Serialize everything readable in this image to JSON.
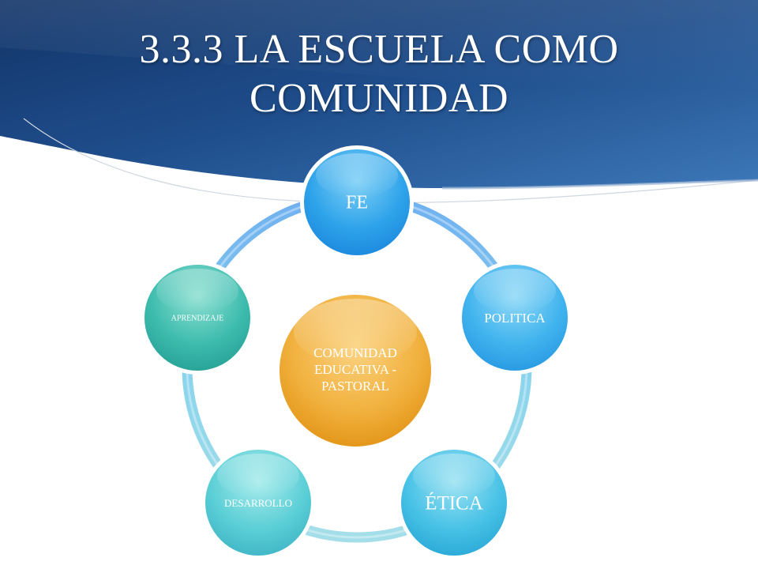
{
  "slide": {
    "title_line1": "3.3.3 LA ESCUELA COMO",
    "title_line2": "COMUNIDAD"
  },
  "diagram": {
    "center": {
      "line1": "COMUNIDAD",
      "line2": "EDUCATIVA -",
      "line3": "PASTORAL"
    },
    "nodes": {
      "fe": "FE",
      "politica": "POLITICA",
      "etica": "ÉTICA",
      "desarrollo": "DESARROLLO",
      "aprendizaje": "APRENDIZAJE"
    }
  },
  "colors": {
    "banner_dark": "#173f78",
    "banner_light": "#3a73b4",
    "center_top": "#f7c25e",
    "center_bottom": "#e79a14",
    "fe": "#2a9be6",
    "politica": "#3aaeea",
    "etica": "#42bde6",
    "desarrollo": "#54c9d4",
    "aprendizaje": "#35b2a6"
  }
}
